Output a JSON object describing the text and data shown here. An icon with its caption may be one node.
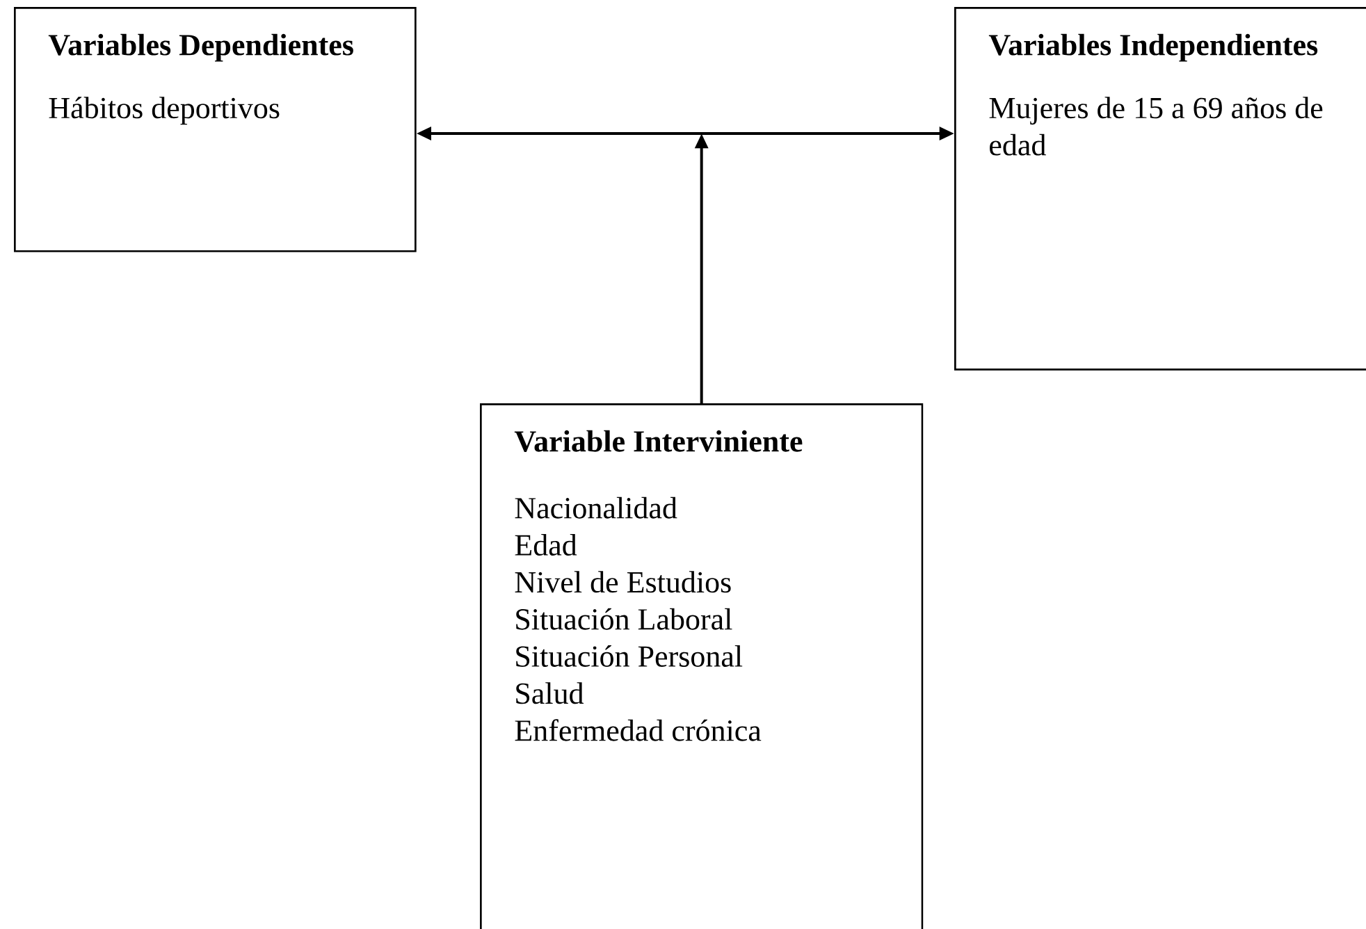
{
  "diagram": {
    "nodes": [
      {
        "text": [
          "Variables Dependientes",
          "Hábitos deportivos"
        ]
      },
      {
        "text": [
          "Variables Independientes",
          "Mujeres de 15 a 69 años de edad"
        ]
      },
      {
        "text": [
          "Variable Interviniente",
          "Nacionalidad",
          "Edad",
          "Nivel de Estudios",
          "Situación Laboral",
          "Situación Personal",
          "Salud",
          "Enfermedad crónica"
        ]
      }
    ],
    "edges": [
      {
        "from": 0,
        "to": 1,
        "arrow": "both"
      },
      {
        "from": 2,
        "to": null,
        "arrow": "to"
      }
    ]
  }
}
